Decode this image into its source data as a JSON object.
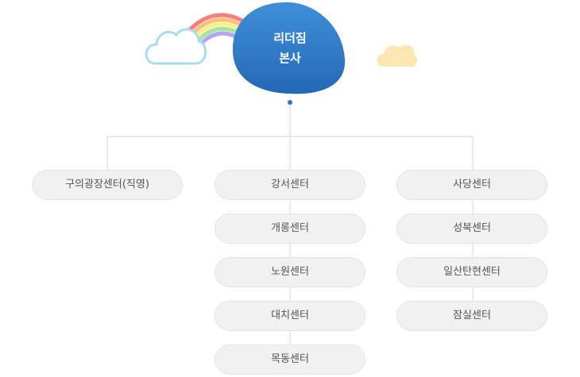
{
  "hq": {
    "line1": "리더짐",
    "line2": "본사"
  },
  "columns": [
    {
      "centers": [
        "구의광장센터(직영)"
      ]
    },
    {
      "centers": [
        "강서센터",
        "개롱센터",
        "노원센터",
        "대치센터",
        "목동센터"
      ]
    },
    {
      "centers": [
        "사당센터",
        "성북센터",
        "일산탄현센터",
        "잠실센터"
      ]
    }
  ],
  "colors": {
    "hq_blob": "#2b76c4",
    "line": "#d4d4d4",
    "node_bg": "#f1f1f1",
    "node_text": "#555555",
    "cloud_left": "#a9dcef",
    "cloud_right": "#fbe7b2"
  }
}
